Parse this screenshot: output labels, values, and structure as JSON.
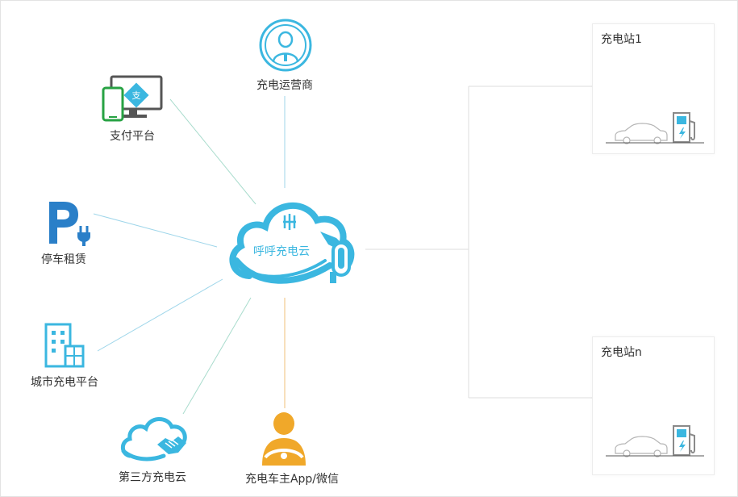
{
  "center": {
    "label": "呼呼充电云"
  },
  "nodes": {
    "operator": "充电运营商",
    "payment": "支付平台",
    "parking": "停车租赁",
    "city": "城市充电平台",
    "thirdparty": "第三方充电云",
    "owner": "充电车主App/微信"
  },
  "stations": [
    {
      "title": "充电站1"
    },
    {
      "title": "充电站n"
    }
  ],
  "colors": {
    "primary_blue": "#3bb7e0",
    "dark_blue": "#2a7fc8",
    "orange": "#f0a82a",
    "gray_icon": "#9a9a9a",
    "green": "#27a243"
  }
}
